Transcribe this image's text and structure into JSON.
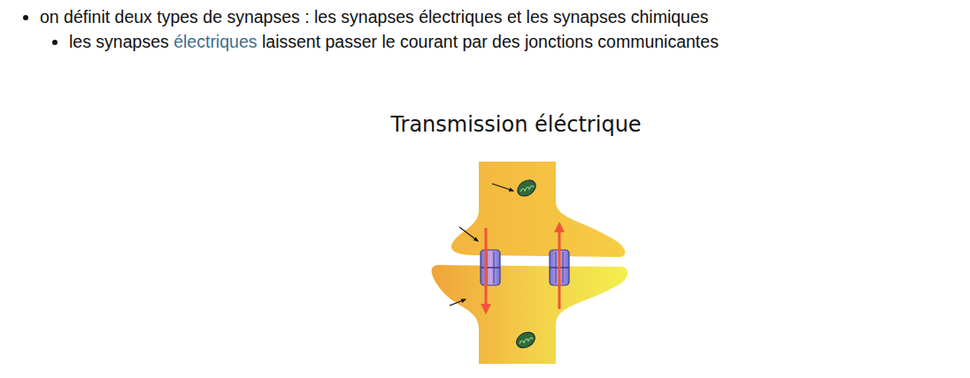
{
  "diagram": {
    "title": "Transmission éléctrique",
    "labels": [
      "on définit deux types de synapses : les synapses électriques et les synapses chimiques",
      "les synapses",
      "électriques",
      "laissent passer le courant par des jonctions communicantes"
    ]
  }
}
